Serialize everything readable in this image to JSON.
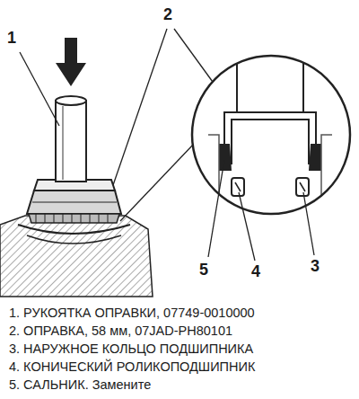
{
  "diagram": {
    "labels": [
      "1",
      "2",
      "5",
      "4",
      "3",
      "1. РУКОЯТКА ОПРАВКИ, 07749-0010000",
      "2. ОПРАВКА, 58 мм, 07JAD-PH80101",
      "3. НАРУЖНОЕ КОЛЬЦО ПОДШИПНИКА",
      "4. КОНИЧЕСКИЙ РОЛИКОПОДШИПНИК",
      "5. САЛЬНИК. Замените"
    ]
  }
}
